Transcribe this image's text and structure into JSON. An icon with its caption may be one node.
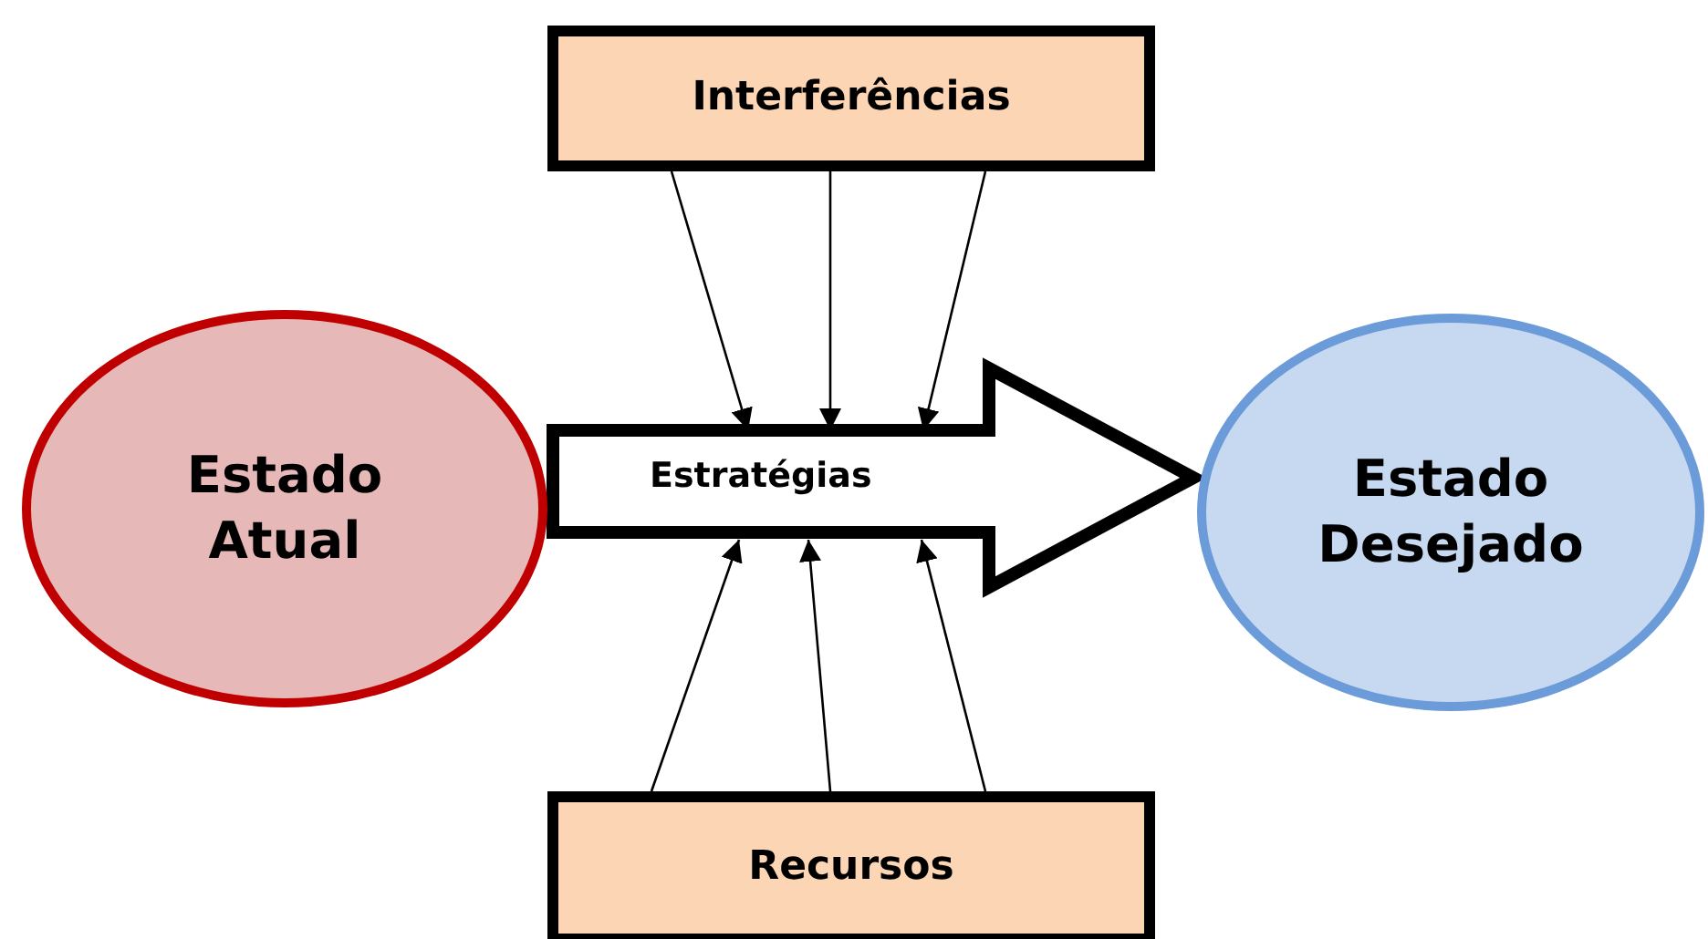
{
  "diagram": {
    "nodes": [
      {
        "text": [
          "Interferências"
        ]
      },
      {
        "text": [
          "Estado Atual"
        ]
      },
      {
        "text": [
          "Estratégias"
        ]
      },
      {
        "text": [
          "Estado Desejado"
        ]
      },
      {
        "text": [
          "Recursos"
        ]
      }
    ],
    "edges": [
      {
        "from": 0,
        "to": 2,
        "arrow": "to"
      },
      {
        "from": 0,
        "to": 2,
        "arrow": "to"
      },
      {
        "from": 0,
        "to": 2,
        "arrow": "to"
      },
      {
        "from": 4,
        "to": 2,
        "arrow": "to"
      },
      {
        "from": 4,
        "to": 2,
        "arrow": "to"
      },
      {
        "from": 4,
        "to": 2,
        "arrow": "to"
      },
      {
        "from": 1,
        "to": 3,
        "arrow": "to",
        "style": "thick"
      }
    ]
  }
}
